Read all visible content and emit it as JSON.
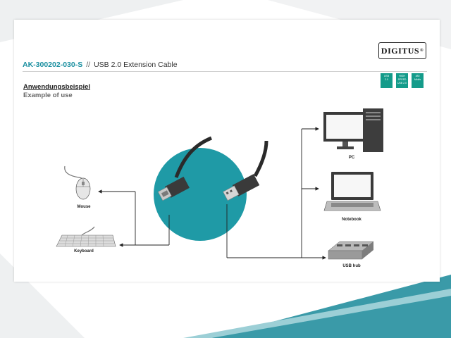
{
  "brand": {
    "logo_text": "DIGITUS",
    "logo_mark": "®"
  },
  "header": {
    "model": "AK-300202-030-S",
    "separator": "//",
    "description": "USB 2.0 Extension Cable"
  },
  "badges": [
    {
      "lines": [
        "USB",
        "2.0"
      ]
    },
    {
      "lines": [
        "HIGH",
        "SPEED",
        "USB 2.0"
      ]
    },
    {
      "lines": [
        "480",
        "Mbit/s"
      ]
    }
  ],
  "section": {
    "title_de": "Anwendungsbeispiel",
    "title_en": "Example of use"
  },
  "devices": {
    "pc": "PC",
    "notebook": "Notebook",
    "usb_hub": "USB hub",
    "mouse": "Mouse",
    "keyboard": "Keyboard"
  },
  "colors": {
    "accent": "#1a8fa0",
    "circle": "#1f9aa6",
    "badge": "#149b8a"
  }
}
